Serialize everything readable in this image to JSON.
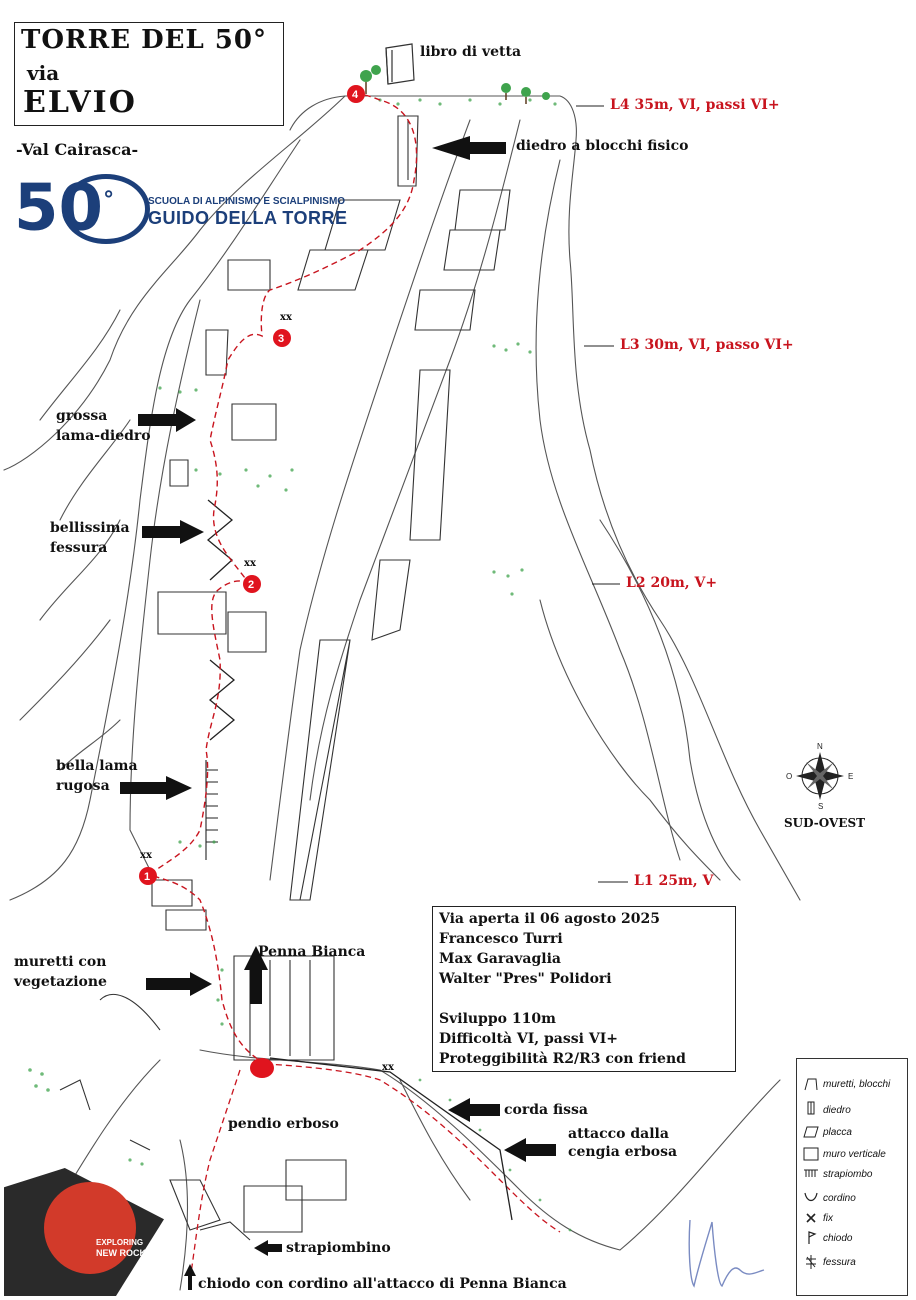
{
  "title": {
    "line1": "TORRE DEL 50°",
    "line2": "via",
    "line3": "ELVIO",
    "valley": "-Val Cairasca-"
  },
  "school_logo": {
    "number": "50",
    "degree": "°",
    "line1": "SCUOLA DI ALPINISMO E SCIALPINISMO",
    "line2": "GUIDO DELLA TORRE"
  },
  "summit": {
    "label": "libro di vetta"
  },
  "pitches": [
    {
      "id": "L4",
      "label": "L4 35m, VI, passi VI+"
    },
    {
      "id": "L3",
      "label": "L3 30m, VI, passo VI+"
    },
    {
      "id": "L2",
      "label": "L2 20m, V+"
    },
    {
      "id": "L1",
      "label": "L1  25m, V"
    }
  ],
  "belays": [
    "1",
    "2",
    "3",
    "4"
  ],
  "annotations": {
    "diedro_blocchi": "diedro a blocchi fisico",
    "grossa_lama_1": "grossa",
    "grossa_lama_2": "lama-diedro",
    "fessura_1": "bellissima",
    "fessura_2": "fessura",
    "lama_rugosa_1": "bella lama",
    "lama_rugosa_2": "rugosa",
    "muretti_1": "muretti con",
    "muretti_2": "vegetazione",
    "penna_bianca": "Penna Bianca",
    "pendio": "pendio erboso",
    "corda_fissa": "corda fissa",
    "attacco_1": "attacco dalla",
    "attacco_2": "cengia erbosa",
    "strapiombino": "strapiombino",
    "chiodo_cordino": "chiodo con cordino all'attacco di Penna Bianca",
    "fix_marks": "xx"
  },
  "info": {
    "opened": "Via aperta il 06 agosto 2025",
    "climber1": "Francesco Turri",
    "climber2": "Max Garavaglia",
    "climber3": "Walter \"Pres\" Polidori",
    "length": "Sviluppo 110m",
    "difficulty": "Difficoltà VI, passi VI+",
    "protection": "Proteggibilità R2/R3 con friend"
  },
  "orientation": {
    "label": "SUD-OVEST",
    "n": "N",
    "s": "S",
    "e": "E",
    "o": "O"
  },
  "legend": [
    {
      "symbol": "muretti-icon",
      "label": "muretti, blocchi"
    },
    {
      "symbol": "diedro-icon",
      "label": "diedro"
    },
    {
      "symbol": "placca-icon",
      "label": "placca"
    },
    {
      "symbol": "muro-icon",
      "label": "muro verticale"
    },
    {
      "symbol": "strapiombo-icon",
      "label": "strapiombo"
    },
    {
      "symbol": "cordino-icon",
      "label": "cordino"
    },
    {
      "symbol": "fix-icon",
      "label": "fix"
    },
    {
      "symbol": "chiodo-icon",
      "label": "chiodo"
    },
    {
      "symbol": "fessura-icon",
      "label": "fessura"
    }
  ],
  "badge": {
    "line1": "EXPLORING",
    "line2": "NEW ROCKS"
  },
  "colors": {
    "route": "#c8141e",
    "belay": "#e0141e",
    "vegetation": "#3fa34d",
    "ink": "#222222",
    "school_blue": "#1c3f7a"
  }
}
